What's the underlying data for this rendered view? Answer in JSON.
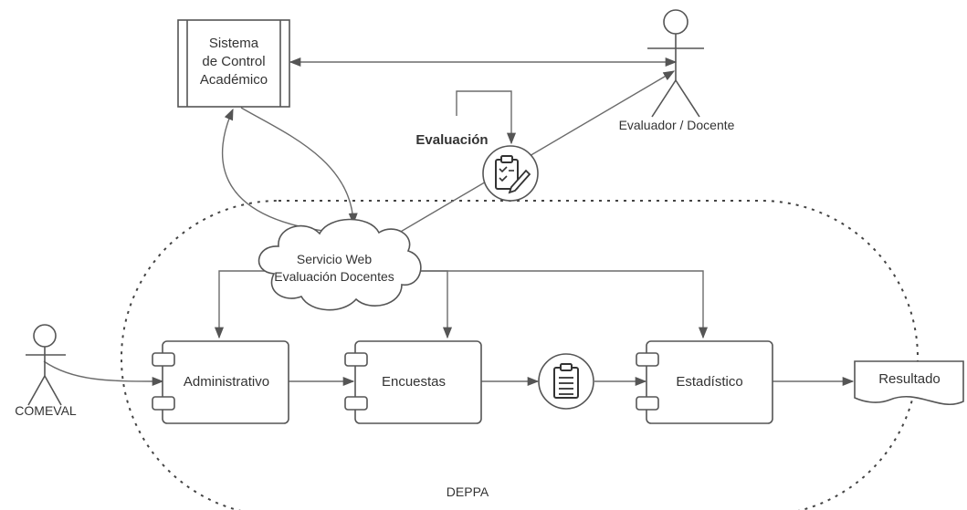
{
  "nodes": {
    "sistema": [
      "Sistema",
      "de Control",
      "Académico"
    ],
    "evaluador": "Evaluador / Docente",
    "evaluacion": "Evaluación",
    "servicio": [
      "Servicio Web",
      "Evaluación Docentes"
    ],
    "administrativo": "Administrativo",
    "encuestas": "Encuestas",
    "estadistico": "Estadístico",
    "resultado": "Resultado",
    "comeval": "COMEVAL",
    "deppa": "DEPPA"
  }
}
